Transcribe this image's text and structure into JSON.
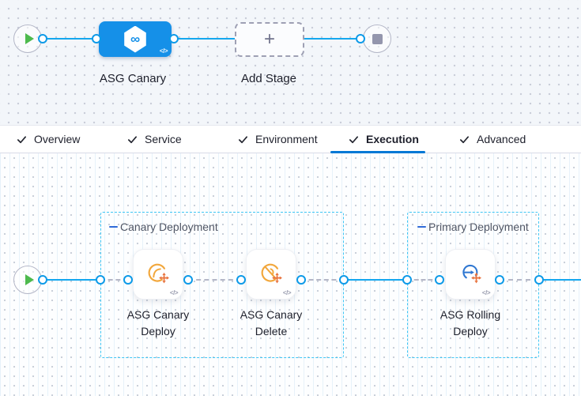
{
  "stage_graph": {
    "start_icon": "play-icon",
    "end_icon": "stop-icon",
    "stage": {
      "label": "ASG Canary",
      "icon_glyph": "∞",
      "code_icon": "</>"
    },
    "add_stage": {
      "label": "Add Stage",
      "plus_glyph": "+"
    }
  },
  "tabs": {
    "items": [
      {
        "label": "Overview",
        "checked": true,
        "active": false
      },
      {
        "label": "Service",
        "checked": true,
        "active": false
      },
      {
        "label": "Environment",
        "checked": true,
        "active": false
      },
      {
        "label": "Execution",
        "checked": true,
        "active": true
      },
      {
        "label": "Advanced",
        "checked": true,
        "active": false
      }
    ]
  },
  "execution_graph": {
    "start_icon": "play-icon",
    "groups": [
      {
        "label": "Canary Deployment",
        "steps": [
          {
            "label": "ASG Canary Deploy",
            "icon": "asg-canary-deploy-icon",
            "code_icon": "</>"
          },
          {
            "label": "ASG Canary Delete",
            "icon": "asg-canary-delete-icon",
            "code_icon": "</>"
          }
        ]
      },
      {
        "label": "Primary Deployment",
        "steps": [
          {
            "label": "ASG Rolling Deploy",
            "icon": "asg-rolling-deploy-icon",
            "code_icon": "</>"
          }
        ]
      }
    ]
  },
  "colors": {
    "edge_blue": "#14a7ef",
    "connector_ring": "#0d9ae8",
    "stage_node_blue": "#1590e8",
    "group_border_cyan": "#3ec6f5",
    "group_label_dash_blue": "#2f6bd8",
    "tab_underline_blue": "#0278d5",
    "asg_yellow": "#f2a73c",
    "asg_orange": "#e8713b",
    "rolling_blue": "#2f77d1",
    "play_green": "#4dba4d",
    "stop_gray": "#9496ad"
  }
}
